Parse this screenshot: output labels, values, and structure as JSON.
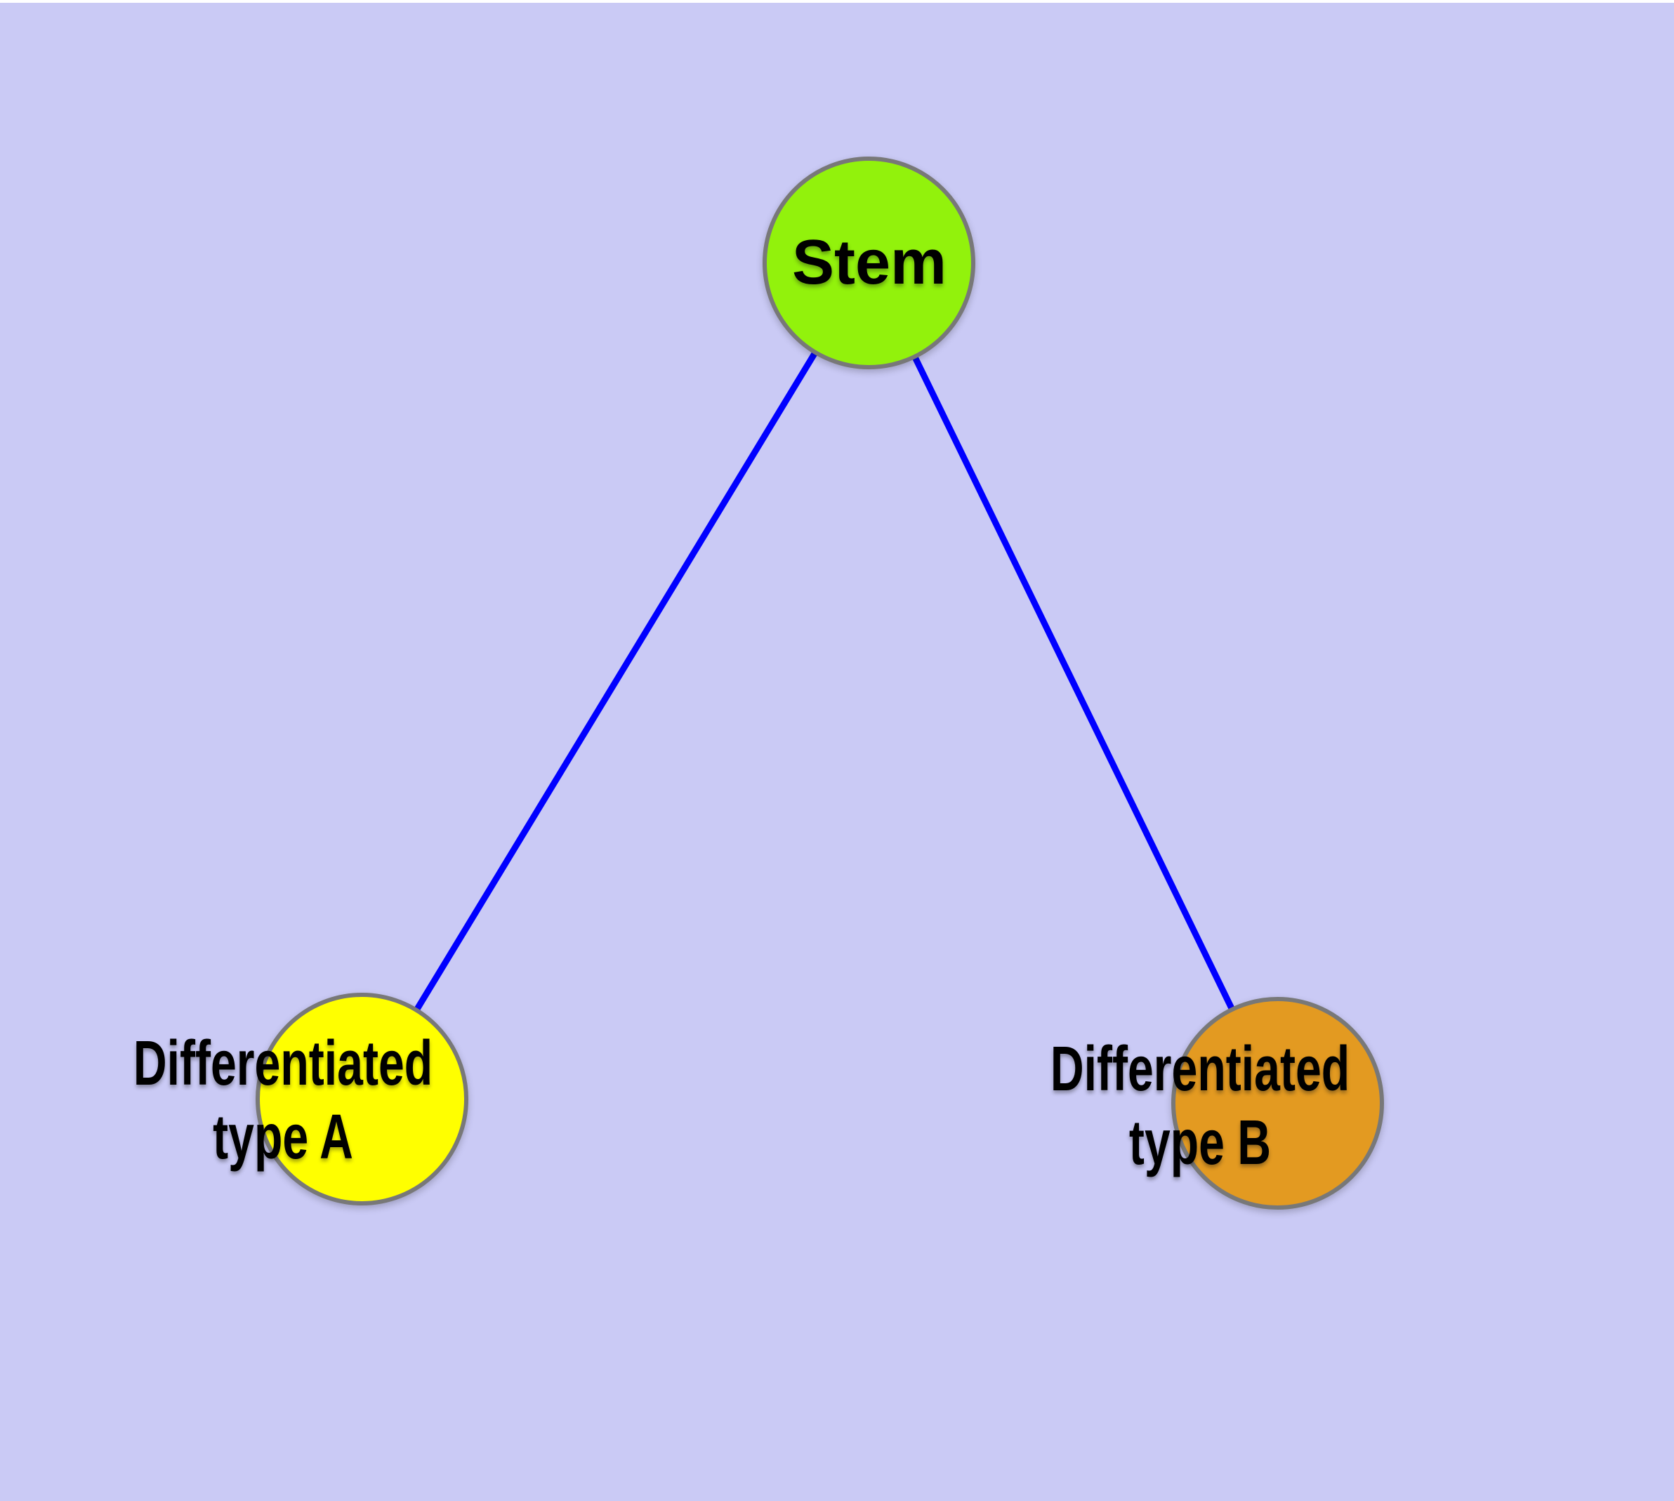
{
  "window": {
    "top_strip_color": "#ffffff",
    "background_color": "#cacaf5"
  },
  "diagram": {
    "nodes": [
      {
        "id": "stem",
        "label": "Stem",
        "fill": "#92f20c",
        "border_color": "#787878",
        "text_color": "#000000"
      },
      {
        "id": "differentiated-type-a",
        "label_line1": "Differentiated",
        "label_line2": "type A",
        "fill": "#ffff00",
        "border_color": "#787878",
        "text_color": "#000000"
      },
      {
        "id": "differentiated-type-b",
        "label_line1": "Differentiated",
        "label_line2": "type B",
        "fill": "#e39a21",
        "border_color": "#787878",
        "text_color": "#000000"
      }
    ],
    "edges": [
      {
        "from": "stem",
        "to": "differentiated-type-a",
        "color": "#0000ff"
      },
      {
        "from": "stem",
        "to": "differentiated-type-b",
        "color": "#0000ff"
      }
    ]
  }
}
